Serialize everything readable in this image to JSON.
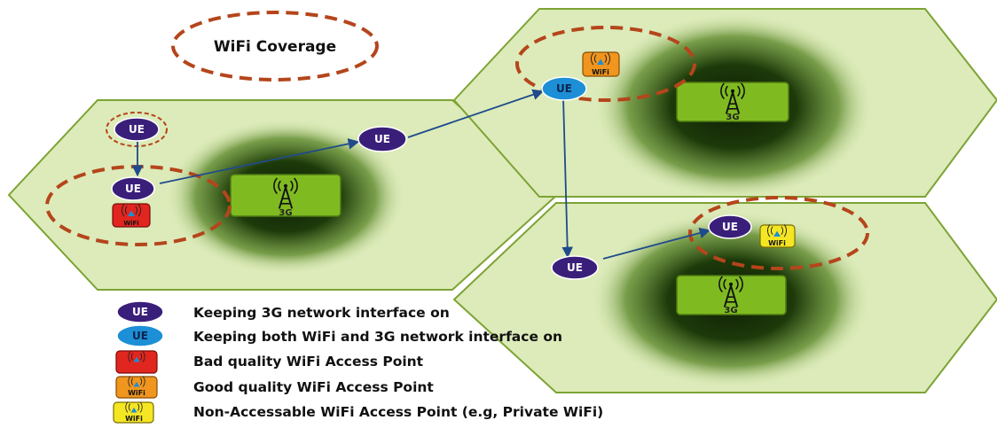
{
  "title_circle": {
    "label": "WiFi Coverage"
  },
  "cells": [
    {
      "id": "cell-left",
      "tower_label": "3G"
    },
    {
      "id": "cell-top-right",
      "tower_label": "3G"
    },
    {
      "id": "cell-bottom-right",
      "tower_label": "3G"
    }
  ],
  "ue_label": "UE",
  "access_points": {
    "bad": {
      "label": "WiFi",
      "color": "#e0261f"
    },
    "good": {
      "label": "WiFi",
      "color": "#f0951e"
    },
    "private": {
      "label": "WiFi",
      "color": "#f5e624"
    }
  },
  "colors": {
    "hex_fill": "#dcebb9",
    "hex_stroke": "#7da334",
    "tower_box": "#7fbb20",
    "coverage_ring": "#b5451b",
    "ue_3g": "#3a1f7a",
    "ue_both": "#1c8fd6",
    "arrow": "#1f4b8c"
  },
  "legend": [
    {
      "icon": "ue-3g",
      "text": "Keeping 3G network interface on"
    },
    {
      "icon": "ue-both",
      "text": "Keeping both WiFi and 3G network interface on"
    },
    {
      "icon": "ap-bad",
      "text": "Bad quality WiFi Access Point"
    },
    {
      "icon": "ap-good",
      "text": "Good quality WiFi Access Point"
    },
    {
      "icon": "ap-private",
      "text": "Non-Accessable WiFi Access Point (e.g, Private WiFi)"
    }
  ]
}
